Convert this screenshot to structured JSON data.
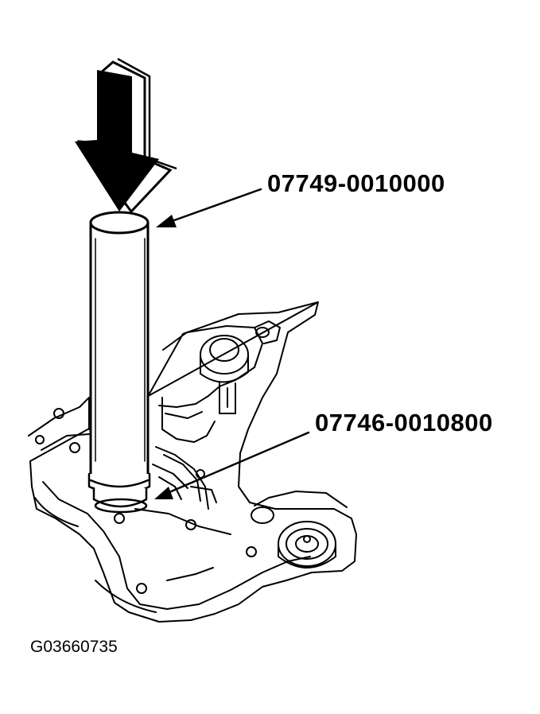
{
  "callouts": {
    "driver_handle_part": "07749-0010000",
    "attachment_part": "07746-0010800"
  },
  "figure_code": "G03660735",
  "colors": {
    "ink": "#000000",
    "paper": "#ffffff"
  },
  "icons": {
    "press_direction": "down-arrow-icon"
  }
}
